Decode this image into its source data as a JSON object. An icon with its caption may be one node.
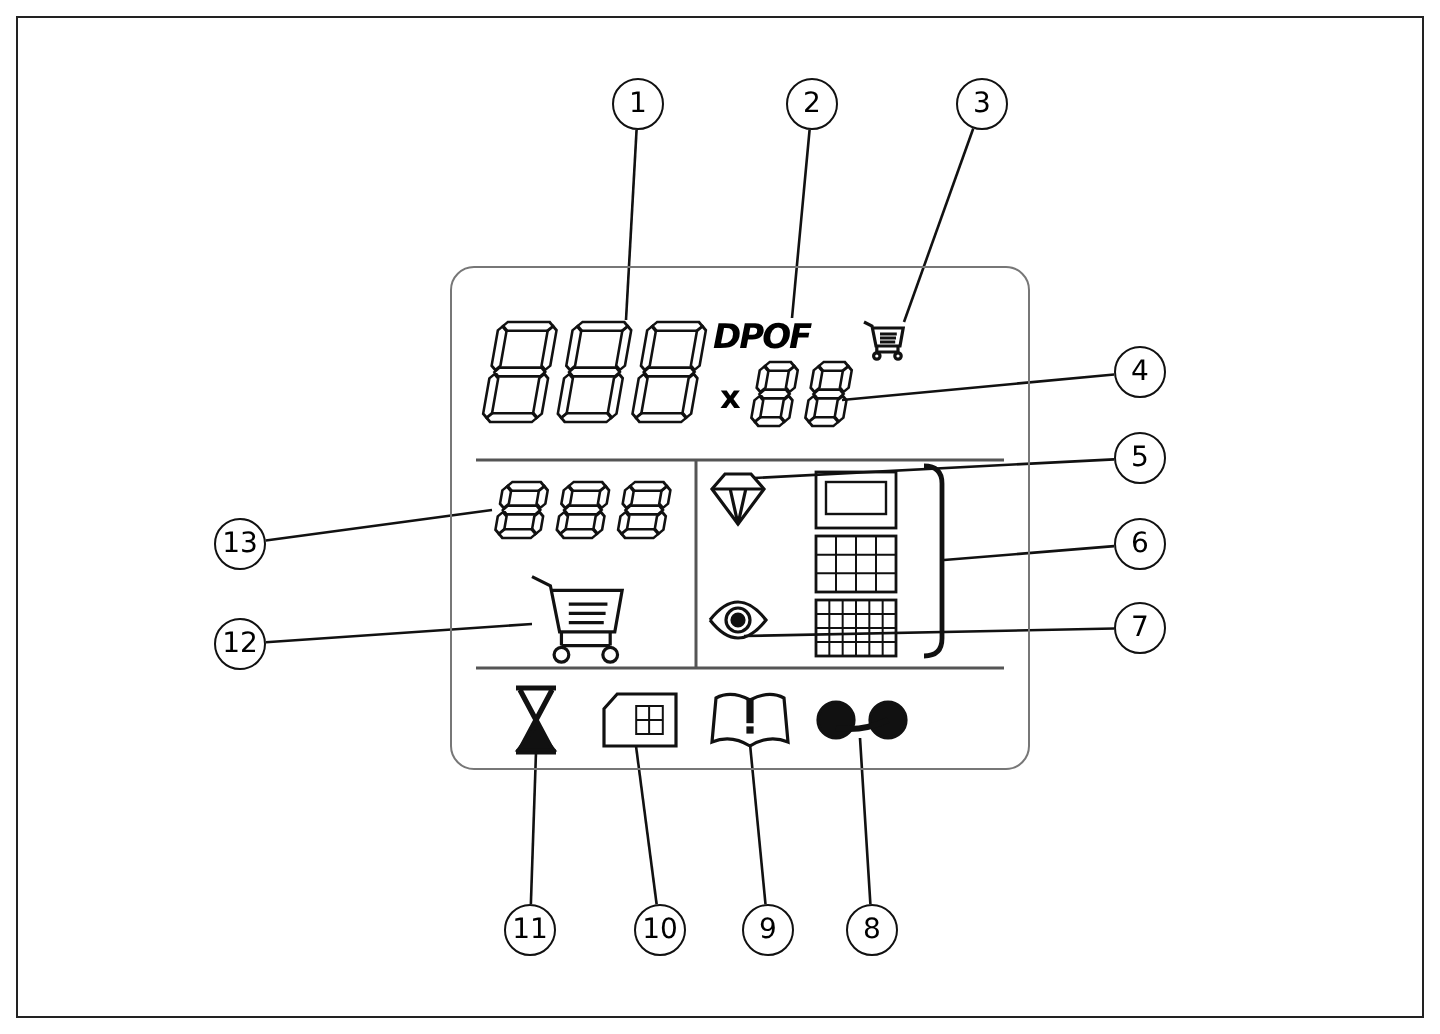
{
  "diagram": {
    "nodes": [
      {
        "text": [
          "1"
        ]
      },
      {
        "text": [
          "2"
        ]
      },
      {
        "text": [
          "3"
        ]
      },
      {
        "text": [
          "4"
        ]
      },
      {
        "text": [
          "5"
        ]
      },
      {
        "text": [
          "6"
        ]
      },
      {
        "text": [
          "7"
        ]
      },
      {
        "text": [
          "8"
        ]
      },
      {
        "text": [
          "9"
        ]
      },
      {
        "text": [
          "10"
        ]
      },
      {
        "text": [
          "11"
        ]
      },
      {
        "text": [
          "12"
        ]
      },
      {
        "text": [
          "13"
        ]
      },
      {
        "text": [],
        "shape": "box"
      },
      {
        "text": [],
        "shape": "display",
        "in": 13
      },
      {
        "text": [
          "DPOF"
        ],
        "in": 13
      },
      {
        "text": [],
        "shape": "cart",
        "in": 13
      },
      {
        "text": [],
        "shape": "display",
        "in": 13
      },
      {
        "text": [],
        "shape": "diamond",
        "in": 13
      },
      {
        "text": [],
        "shape": "bracket",
        "in": 13
      },
      {
        "text": [],
        "shape": "eye",
        "in": 13
      },
      {
        "text": [],
        "shape": "dots",
        "in": 13
      },
      {
        "text": [],
        "shape": "book",
        "in": 13
      },
      {
        "text": [],
        "shape": "card",
        "in": 13
      },
      {
        "text": [],
        "shape": "hourglass",
        "in": 13
      },
      {
        "text": [],
        "shape": "cart",
        "in": 13
      },
      {
        "text": [],
        "shape": "display",
        "in": 13
      }
    ],
    "edges": [
      {
        "from": 0,
        "to": 14,
        "arrow": "none"
      },
      {
        "from": 1,
        "to": 15,
        "arrow": "none"
      },
      {
        "from": 2,
        "to": 16,
        "arrow": "none"
      },
      {
        "from": 3,
        "to": 17,
        "arrow": "none"
      },
      {
        "from": 4,
        "to": 18,
        "arrow": "none"
      },
      {
        "from": 5,
        "to": 19,
        "arrow": "none"
      },
      {
        "from": 6,
        "to": 20,
        "arrow": "none"
      },
      {
        "from": 7,
        "to": 21,
        "arrow": "none"
      },
      {
        "from": 8,
        "to": 22,
        "arrow": "none"
      },
      {
        "from": 9,
        "to": 23,
        "arrow": "none"
      },
      {
        "from": 10,
        "to": 24,
        "arrow": "none"
      },
      {
        "from": 11,
        "to": 25,
        "arrow": "none"
      },
      {
        "from": 12,
        "to": 26,
        "arrow": "none"
      }
    ],
    "labels": [
      "x"
    ]
  }
}
